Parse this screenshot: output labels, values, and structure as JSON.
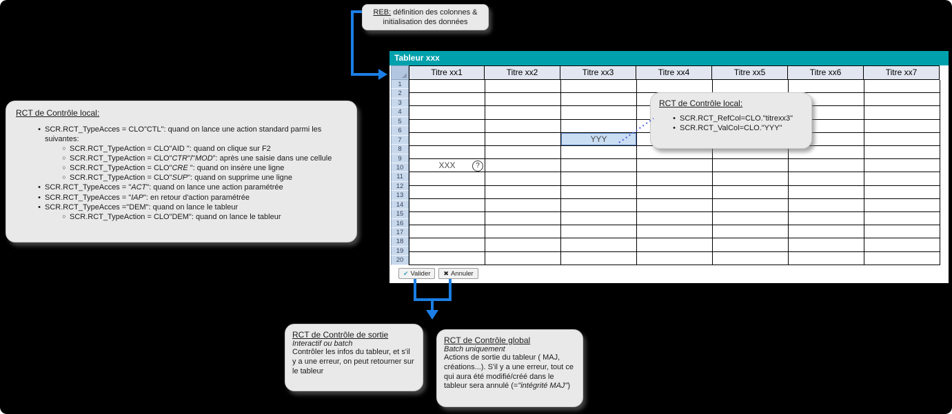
{
  "glyphs": {
    "bullet": "•",
    "sub_bullet": "○",
    "check": "✔",
    "cross": "✖"
  },
  "colors": {
    "titlebar_teal": "#00a1ac",
    "arrow_blue": "#1b7fe5",
    "dotted_line_blue": "#4a5ed8",
    "highlight_cell_fill": "#c9ddf3",
    "highlight_cell_border": "#5b87c5",
    "header_fill": "#e1e6f0",
    "row_number_fill": "#c8d8ec",
    "callout_fill": "#e9e9e9",
    "check_icon_color": "#3a9dbd",
    "cross_icon_color": "#e2492f"
  },
  "callouts": {
    "reb": {
      "title": "REB:",
      "text": " définition des colonnes & initialisation des données"
    },
    "local_left": {
      "title": "RCT de Contrôle local: ",
      "items": [
        {
          "level": 1,
          "segments": [
            {
              "t": "SCR.RCT_TypeAcces = CLO\"CTL\": quand on lance une action standard parmi les suivantes:"
            }
          ]
        },
        {
          "level": 2,
          "segments": [
            {
              "t": "SCR.RCT_TypeAction = CLO\"AID \": quand on clique sur F2"
            }
          ]
        },
        {
          "level": 2,
          "segments": [
            {
              "t": "SCR.RCT_TypeAction = CLO\""
            },
            {
              "t": "CTR",
              "i": true
            },
            {
              "t": "\"/\""
            },
            {
              "t": "MOD",
              "i": true
            },
            {
              "t": "\": après une saisie dans une cellule"
            }
          ]
        },
        {
          "level": 2,
          "segments": [
            {
              "t": "SCR.RCT_TypeAction = CLO\""
            },
            {
              "t": "CRE",
              "i": true
            },
            {
              "t": " \": quand on insère une ligne"
            }
          ]
        },
        {
          "level": 2,
          "segments": [
            {
              "t": "SCR.RCT_TypeAction = CLO\""
            },
            {
              "t": "SUP",
              "i": true
            },
            {
              "t": "\": quand on supprime une ligne"
            }
          ]
        },
        {
          "level": 1,
          "segments": [
            {
              "t": "SCR.RCT_TypeAcces = \""
            },
            {
              "t": "ACT",
              "i": true
            },
            {
              "t": "\": quand on lance une action paramétrée"
            }
          ]
        },
        {
          "level": 1,
          "segments": [
            {
              "t": "SCR.RCT_TypeAcces = \""
            },
            {
              "t": "IAP",
              "i": true
            },
            {
              "t": "\": en retour d'action paramétrée"
            }
          ]
        },
        {
          "level": 1,
          "segments": [
            {
              "t": "SCR.RCT_TypeAcces =\"DEM\": quand on lance le tableur"
            }
          ]
        },
        {
          "level": 2,
          "segments": [
            {
              "t": "SCR.RCT_TypeAction = CLO\"DEM\": quand on lance le tableur"
            }
          ]
        }
      ]
    },
    "local_right": {
      "title": "RCT de Contrôle local: ",
      "items": [
        {
          "level": 1,
          "segments": [
            {
              "t": "SCR.RCT_RefCol=CLO.\"titrexx3\""
            }
          ]
        },
        {
          "level": 1,
          "segments": [
            {
              "t": "SCR.RCT_ValCol=CLO.\"YYY\""
            }
          ]
        }
      ]
    },
    "sortie": {
      "title": "RCT de Contrôle de sortie",
      "subtitle": "Interactif ou batch",
      "body": [
        {
          "t": "Contrôler les infos du tableur, et s'il y a une erreur, on peut retourner sur le tableur"
        }
      ]
    },
    "global": {
      "title": "RCT de Contrôle global",
      "subtitle": "Batch uniquement",
      "body": [
        {
          "t": "Actions de sortie du tableur ( MAJ, créations...). S'il y a une erreur, tout ce qui aura été modifié/créé dans le tableur sera annulé (="
        },
        {
          "t": "\"intégrité MAJ\"",
          "i": true
        },
        {
          "t": ")"
        }
      ]
    }
  },
  "window": {
    "title": "Tableur xxx",
    "columns": [
      "Titre xx1",
      "Titre xx2",
      "Titre xx3",
      "Titre xx4",
      "Titre xx5",
      "Titre xx6",
      "Titre xx7"
    ],
    "row_numbers": [
      "1",
      "2",
      "3",
      "4",
      "5",
      "6",
      "7",
      "8",
      "9",
      "10",
      "11",
      "12",
      "13",
      "14",
      "15",
      "16",
      "17",
      "18",
      "19",
      "20"
    ],
    "data_grid": {
      "rows": 14,
      "cols": 7
    },
    "cells": [
      {
        "row": 4,
        "col": 2,
        "text": "YYY",
        "highlighted": true
      },
      {
        "row": 6,
        "col": 0,
        "text": "XXX",
        "icon": "question-mark",
        "icon_glyph": "?"
      }
    ],
    "buttons": [
      {
        "name": "valider-button",
        "label": "Valider",
        "icon": "check"
      },
      {
        "name": "annuler-button",
        "label": "Annuler",
        "icon": "cross"
      }
    ]
  }
}
